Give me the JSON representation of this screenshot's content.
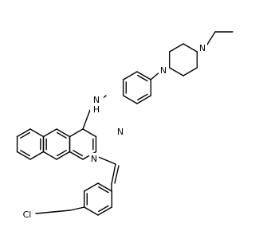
{
  "molecule": {
    "atom_labels": {
      "nh": "N",
      "h": "H",
      "n_ring_top": "N",
      "n_ring_bottom": "N",
      "n_pip_left": "N",
      "n_pip_right": "N",
      "cl": "Cl"
    },
    "colors": {
      "bond": "#000000",
      "text": "#000000",
      "background": "#ffffff"
    }
  }
}
